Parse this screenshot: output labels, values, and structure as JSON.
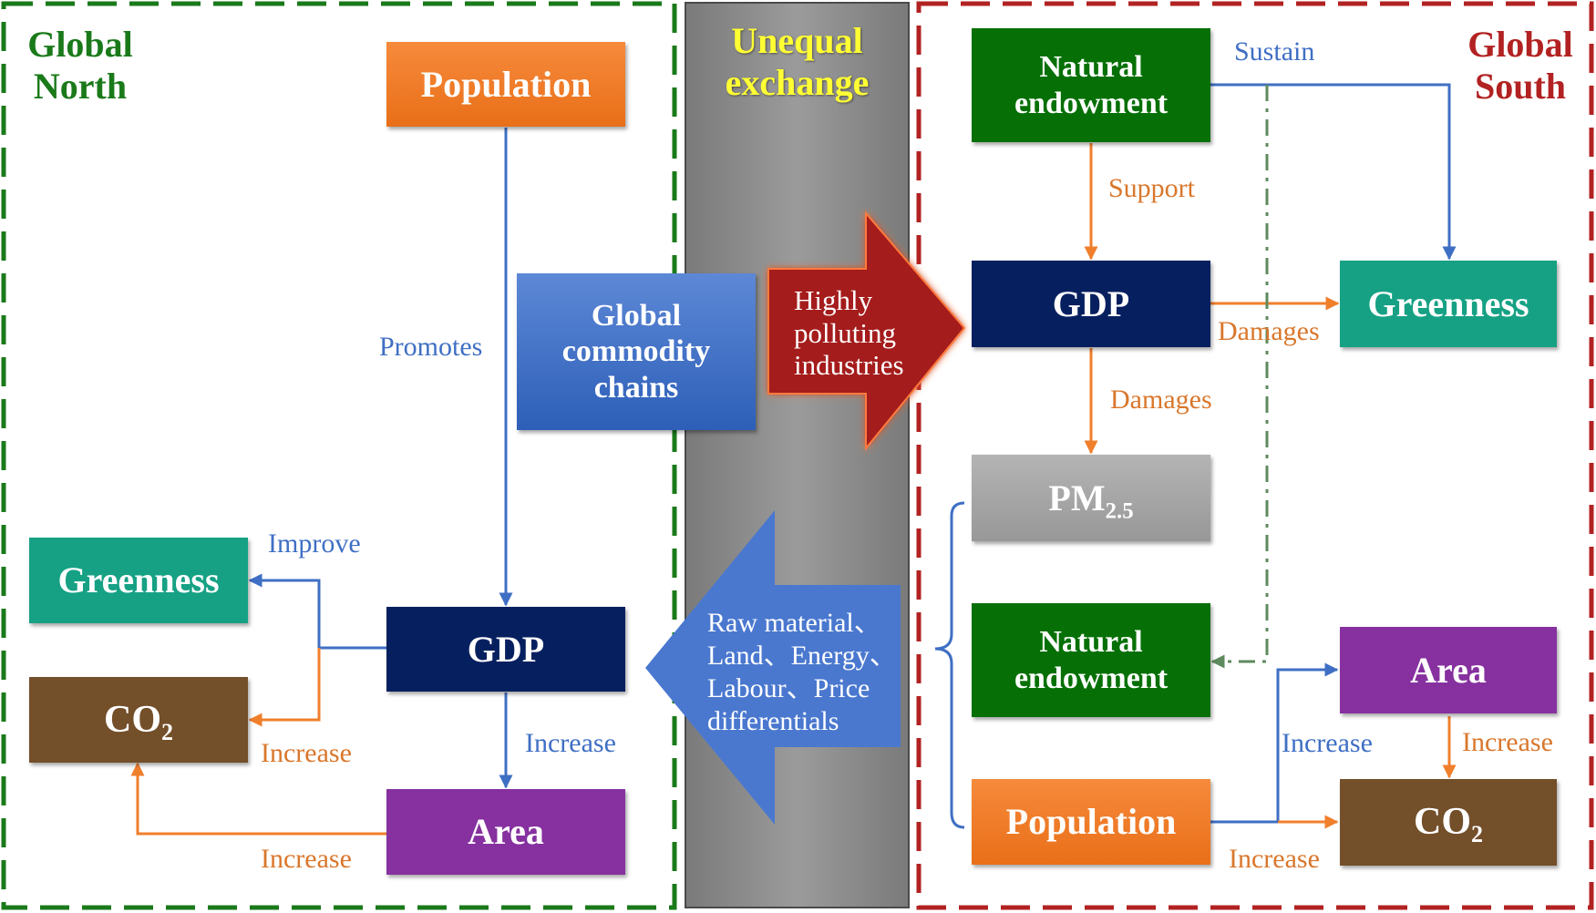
{
  "regions": {
    "north": "Global\nNorth",
    "south": "Global\nSouth",
    "exchange": "Unequal\nexchange"
  },
  "north": {
    "population": "Population",
    "gdp": "GDP",
    "greenness": "Greenness",
    "co2": "CO",
    "co2_sub": "2",
    "area": "Area",
    "promotes": "Promotes",
    "improve": "Improve",
    "increase_co2": "Increase",
    "increase_area": "Increase",
    "increase_area_co2": "Increase"
  },
  "middle": {
    "chains": "Global\ncommodity\nchains",
    "polluting": "Highly\npolluting\nindustries",
    "raw": "Raw material、\nLand、Energy、\nLabour、Price\ndifferentials"
  },
  "south": {
    "natural_top": "Natural\nendowment",
    "gdp": "GDP",
    "greenness": "Greenness",
    "pm": "PM",
    "pm_sub": "2.5",
    "natural_bottom": "Natural\nendowment",
    "population": "Population",
    "area": "Area",
    "co2": "CO",
    "co2_sub": "2",
    "sustain": "Sustain",
    "support": "Support",
    "damages_green": "Damages",
    "damages_pm": "Damages",
    "increase_area": "Increase",
    "increase_co2": "Increase",
    "increase_area_co2": "Increase"
  },
  "colors": {
    "north_border": "#1a7a1a",
    "south_border": "#b22222",
    "exchange_text": "#ffff33",
    "orange": "#f07f2c",
    "navy": "#06205f",
    "teal": "#16a184",
    "brown": "#734f2a",
    "purple": "#86319f",
    "green": "#067006",
    "gray": "#a6a6a6",
    "blue_arrow": "#3f6fc4",
    "red_arrow": "#a51c1c"
  }
}
